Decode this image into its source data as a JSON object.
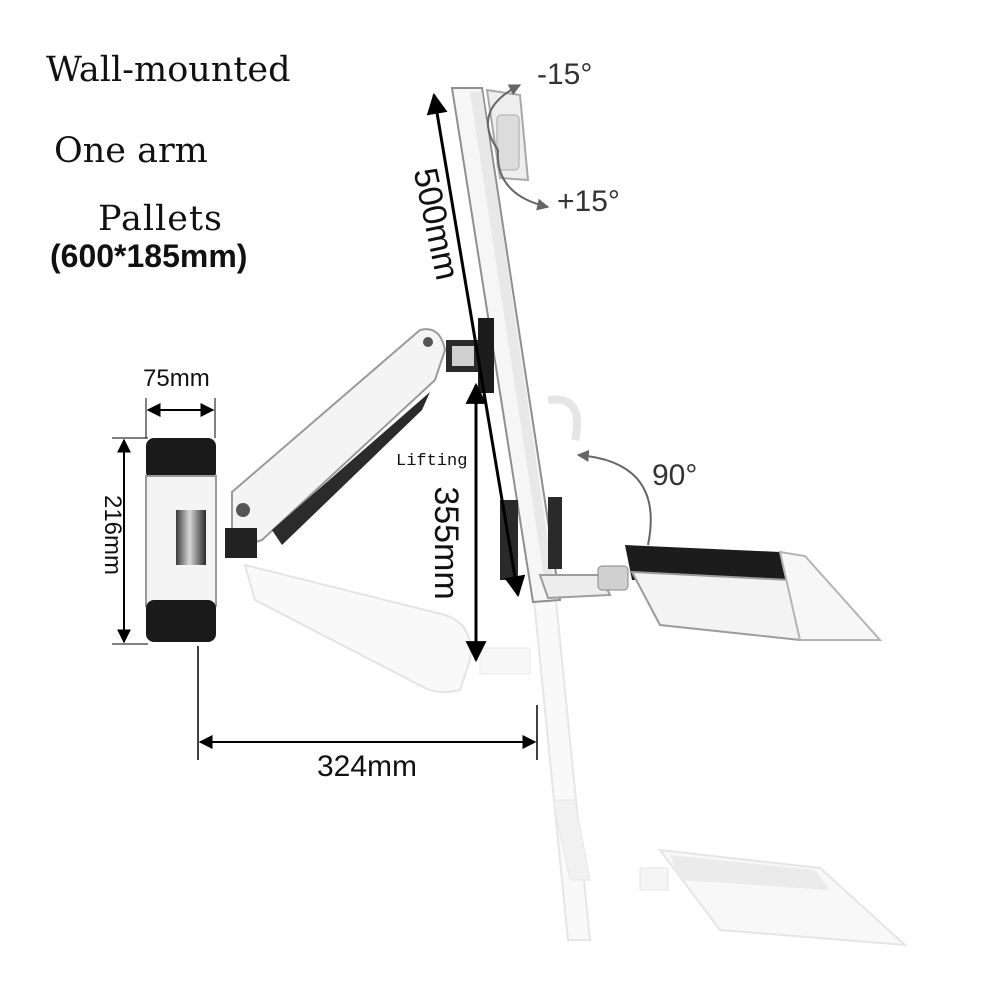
{
  "title_lines": {
    "mount_type": "Wall-mounted",
    "arm_count": "One arm",
    "pallets": "Pallets",
    "pallet_size": "(600*185mm)"
  },
  "tilt_labels": {
    "up": "-15°",
    "down": "+15°"
  },
  "rotation_label": "90°",
  "dimensions": {
    "height": "500mm",
    "lift": "355mm",
    "plate_width": "75mm",
    "plate_height": "216mm",
    "reach": "324mm"
  },
  "lifting_label": "Lifting",
  "colors": {
    "arm_white": "#f4f4f4",
    "arm_outline": "#9a9a9a",
    "dark_part": "#1d1d1d",
    "dimension_line": "#000000"
  }
}
